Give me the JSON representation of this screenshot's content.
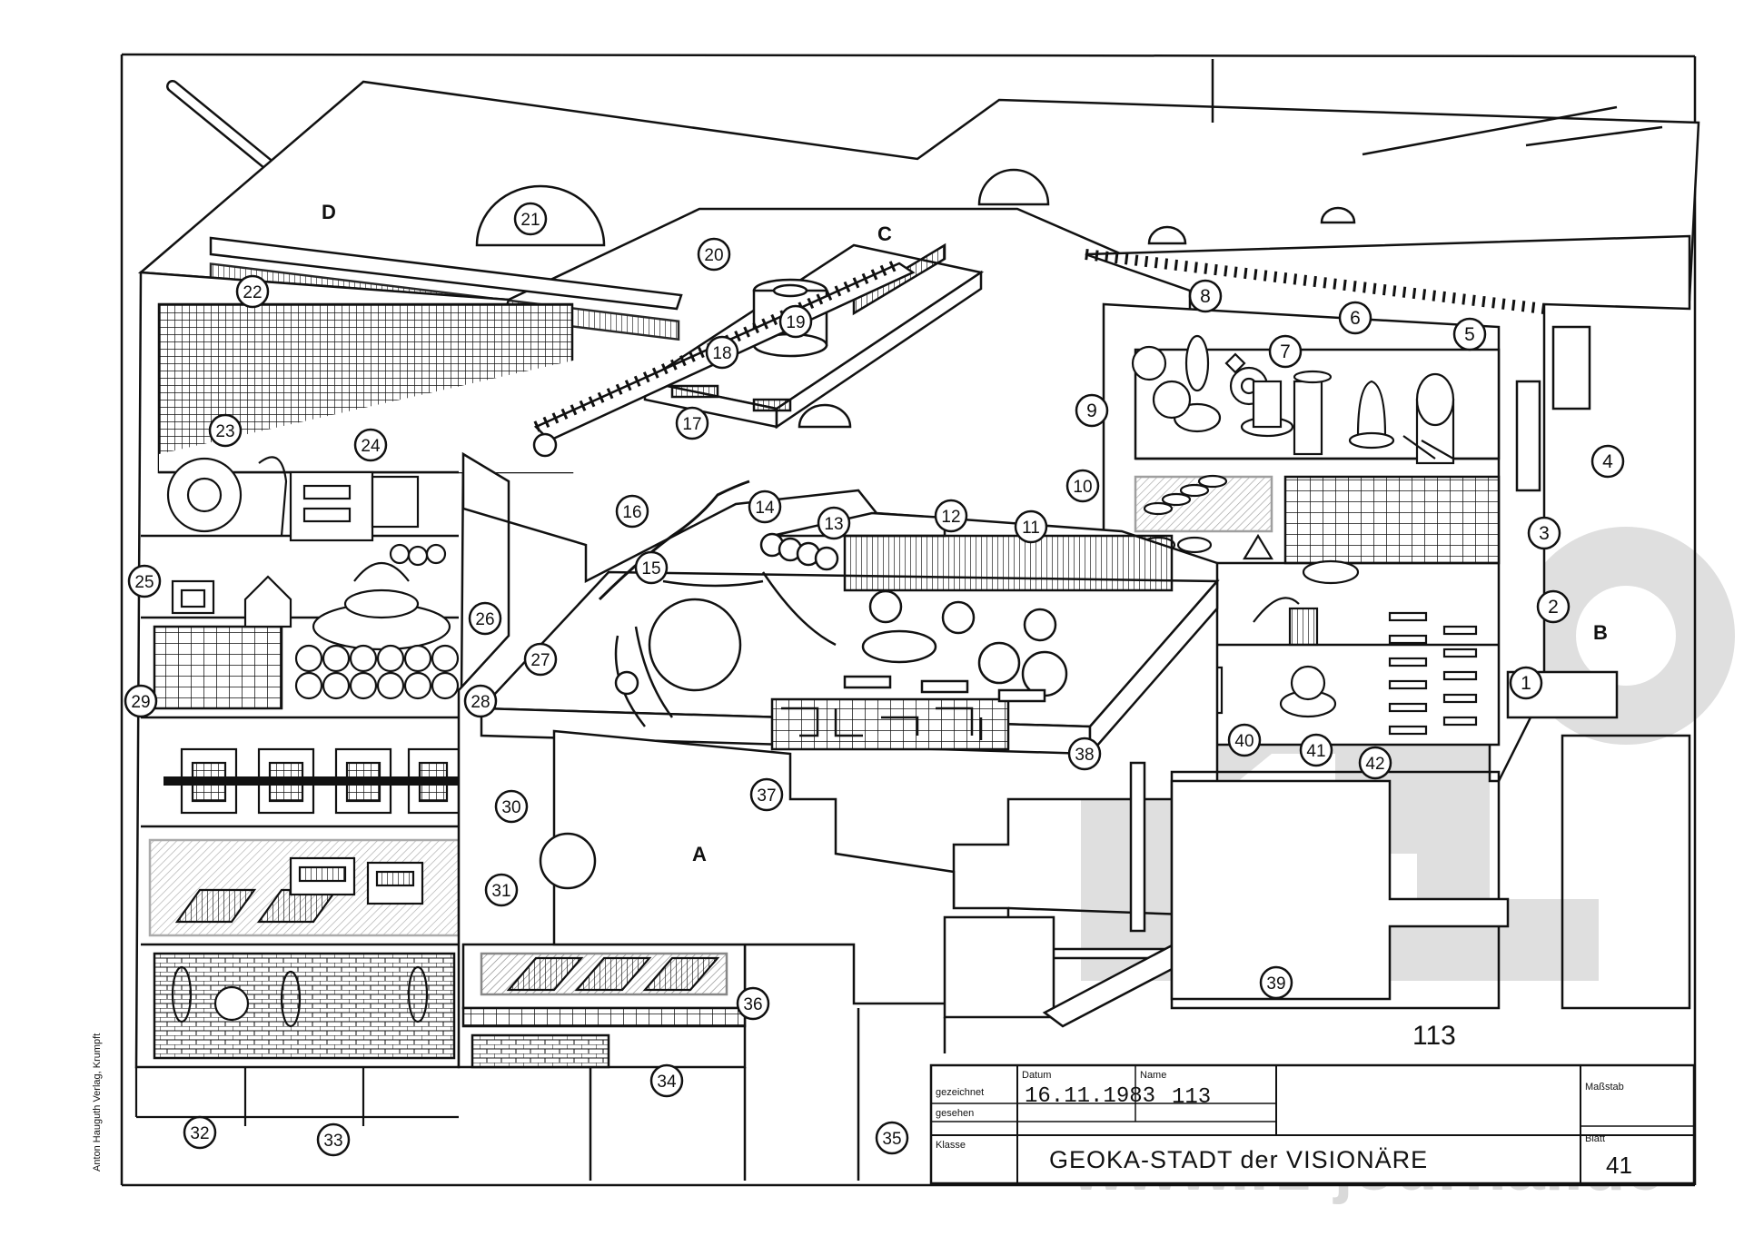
{
  "drawing": {
    "title": "GEOKA-STADT der VISIONÄRE",
    "sheet_label": "Blatt",
    "sheet_number": "41",
    "scale_label": "Maßstab",
    "drawn_label": "gezeichnet",
    "checked_label": "gesehen",
    "class_label": "Klasse",
    "date_label": "Datum",
    "date": "16.11.1983",
    "name_label": "Name",
    "name": "113",
    "page_mark": "113",
    "publisher": "Anton Hauguth Verlag, Krumpft",
    "watermark": "www.rz-journal.de"
  },
  "zones": [
    "A",
    "B",
    "C",
    "D"
  ],
  "callouts": [
    "1",
    "2",
    "3",
    "4",
    "5",
    "6",
    "7",
    "8",
    "9",
    "10",
    "11",
    "12",
    "13",
    "14",
    "15",
    "16",
    "17",
    "18",
    "19",
    "20",
    "21",
    "22",
    "23",
    "24",
    "25",
    "26",
    "27",
    "28",
    "29",
    "30",
    "31",
    "32",
    "33",
    "34",
    "35",
    "36",
    "37",
    "38",
    "39",
    "40",
    "41",
    "42"
  ],
  "colors": {
    "ink": "#111111",
    "paper": "#ffffff",
    "watermark": "#d9d9d9"
  }
}
